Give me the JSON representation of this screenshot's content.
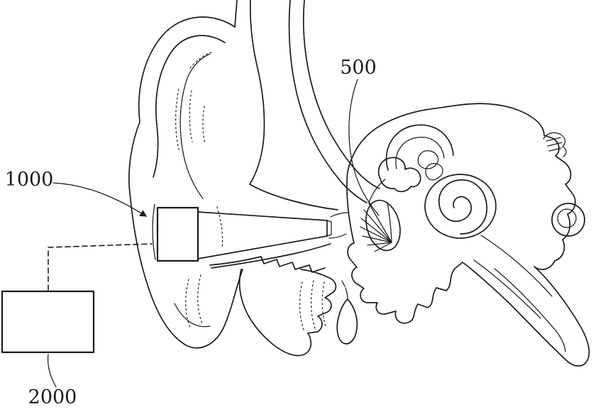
{
  "figure": {
    "ink_color": "#1b1b1b",
    "background_color": "#ffffff"
  },
  "callouts": {
    "c500": {
      "label": "500"
    },
    "c1000": {
      "label": "1000"
    },
    "c2000": {
      "label": "2000"
    }
  }
}
